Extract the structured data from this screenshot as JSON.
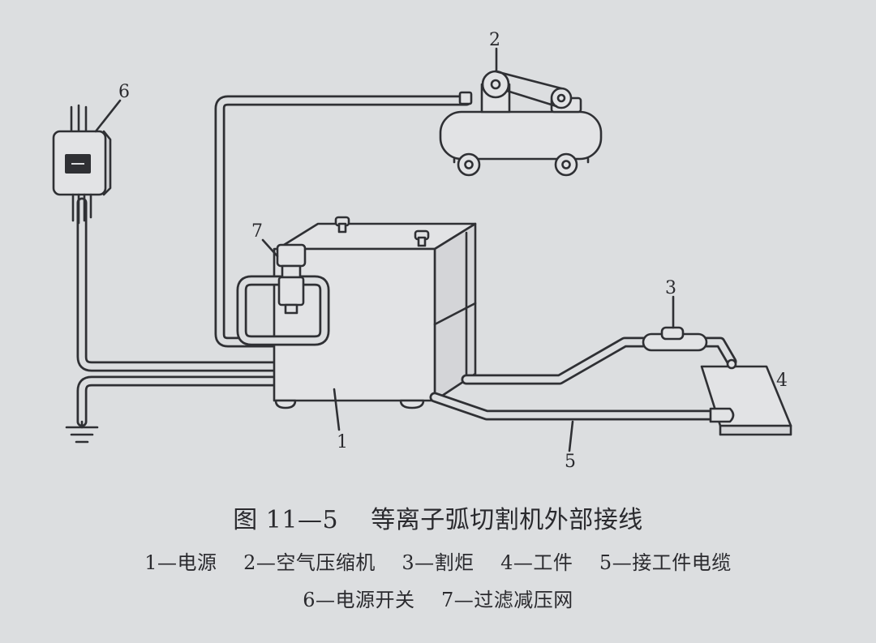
{
  "figure": {
    "caption": "图 11—5    等离子弧切割机外部接线",
    "legend_line_1": "1—电源    2—空气压缩机    3—割炬    4—工件    5—接工件电缆",
    "legend_line_2": "6—电源开关    7—过滤减压网"
  },
  "callouts": {
    "c1": "1",
    "c2": "2",
    "c3": "3",
    "c4": "4",
    "c5": "5",
    "c6": "6",
    "c7": "7"
  },
  "components": [
    {
      "id": "1",
      "name": "电源"
    },
    {
      "id": "2",
      "name": "空气压缩机"
    },
    {
      "id": "3",
      "name": "割炬"
    },
    {
      "id": "4",
      "name": "工件"
    },
    {
      "id": "5",
      "name": "接工件电缆"
    },
    {
      "id": "6",
      "name": "电源开关"
    },
    {
      "id": "7",
      "name": "过滤减压网"
    }
  ],
  "colors": {
    "paper": "#dcdee0",
    "ink": "#2f3034"
  }
}
